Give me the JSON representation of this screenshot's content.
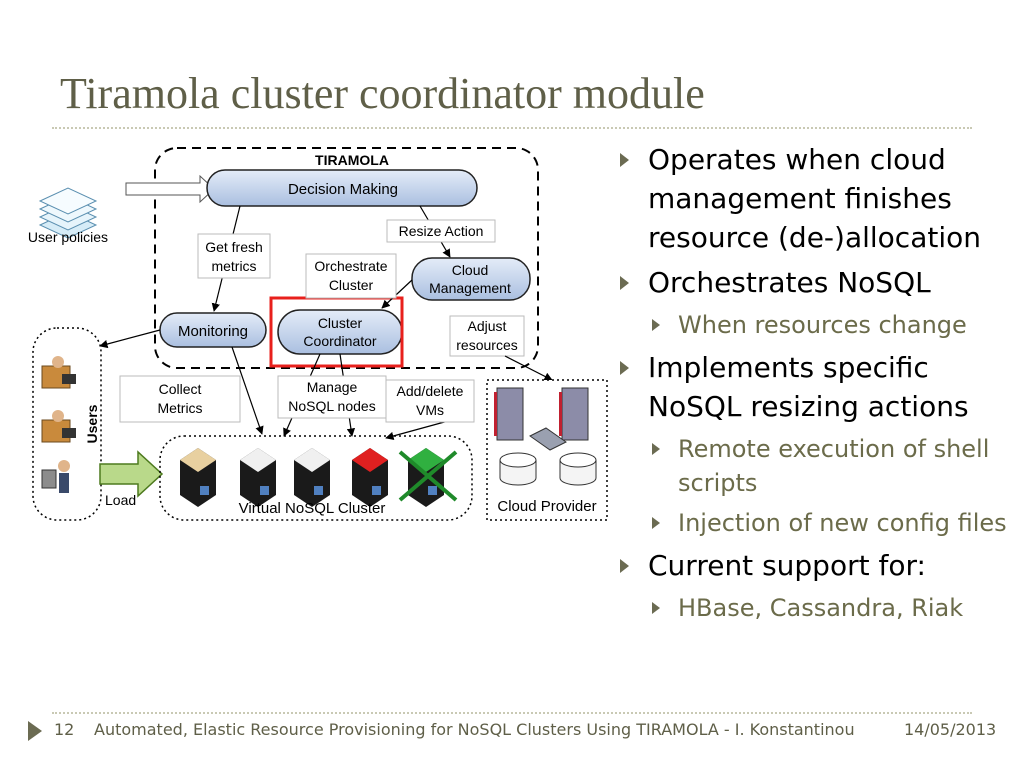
{
  "slide": {
    "title": "Tiramola cluster coordinator module",
    "page_number": "12",
    "footer_text": "Automated, Elastic Resource Provisioning for NoSQL Clusters Using TIRAMOLA - I. Konstantinou",
    "date": "14/05/2013"
  },
  "diagram": {
    "tiramola_label": "TIRAMOLA",
    "user_policies": "User policies",
    "decision_making": "Decision Making",
    "resize_action": "Resize Action",
    "get_fresh_metrics": [
      "Get fresh",
      "metrics"
    ],
    "orchestrate_cluster": [
      "Orchestrate",
      "Cluster"
    ],
    "cloud_management": [
      "Cloud",
      "Management"
    ],
    "monitoring": "Monitoring",
    "cluster_coordinator": [
      "Cluster",
      "Coordinator"
    ],
    "adjust_resources": [
      "Adjust",
      "resources"
    ],
    "collect_metrics": [
      "Collect",
      "Metrics"
    ],
    "manage_nosql_nodes": [
      "Manage",
      "NoSQL nodes"
    ],
    "add_delete_vms": [
      "Add/delete",
      "VMs"
    ],
    "users": "Users",
    "load": "Load",
    "virtual_nosql_cluster": "Virtual NoSQL Cluster",
    "cloud_provider": "Cloud Provider",
    "highlight_color": "#e8201c",
    "node_fill": "#c8d8f0"
  },
  "bullets": [
    {
      "level": 1,
      "text": "Operates when cloud management finishes resource (de-)allocation"
    },
    {
      "level": 1,
      "text": "Orchestrates NoSQL"
    },
    {
      "level": 2,
      "text": "When resources change"
    },
    {
      "level": 1,
      "text": "Implements specific NoSQL resizing actions"
    },
    {
      "level": 2,
      "text": "Remote execution of shell scripts"
    },
    {
      "level": 2,
      "text": "Injection of new config files"
    },
    {
      "level": 1,
      "text": "Current support for:"
    },
    {
      "level": 2,
      "text": "HBase, Cassandra, Riak"
    }
  ]
}
